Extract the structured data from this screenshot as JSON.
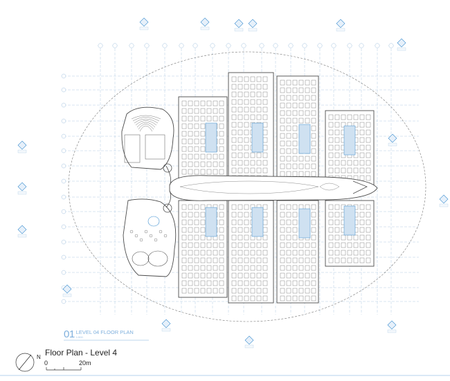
{
  "drawing_title": {
    "number": "01",
    "title": "LEVEL 04 FLOOR PLAN",
    "scale": "1:500"
  },
  "legend": {
    "title": "Floor Plan - Level 4",
    "scale_start": "0",
    "scale_end": "20m",
    "north": "N"
  },
  "footer": "",
  "colors": {
    "line": "#4a4a4a",
    "grid": "#9ebfdd",
    "accent": "#3d8fd0",
    "light": "#cfe1f1"
  }
}
